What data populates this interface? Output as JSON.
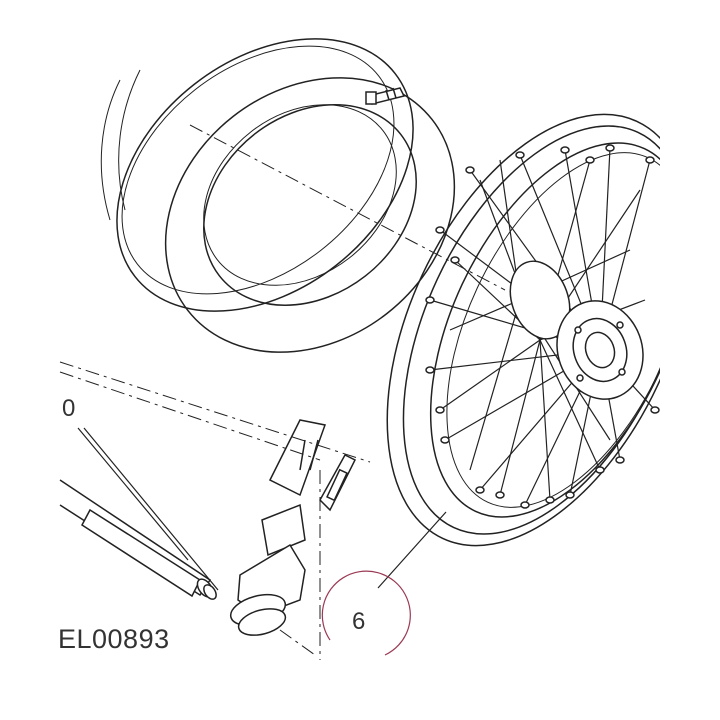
{
  "callouts": {
    "left": "0",
    "right": "6"
  },
  "reference_code": "EL00893",
  "colors": {
    "line": "#222222",
    "circle": "#9a3a55",
    "text": "#333333"
  }
}
